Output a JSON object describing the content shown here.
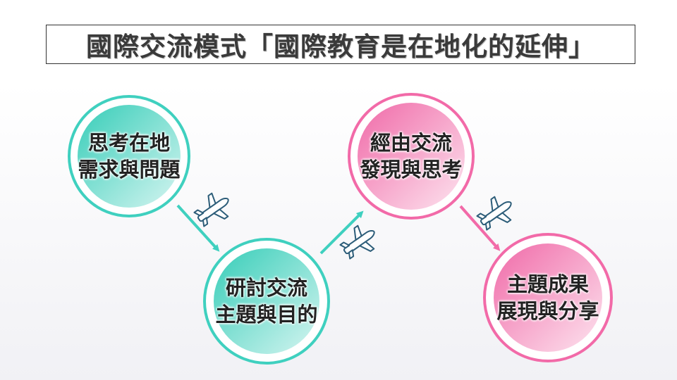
{
  "title": "國際交流模式「國際教育是在地化的延伸」",
  "colors": {
    "teal": "#3fd0bf",
    "teal_light": "#c9f1ec",
    "pink": "#f26aa8",
    "pink_light": "#fbd3e5",
    "arrow_teal": "#3fd0bf",
    "arrow_pink": "#f26aa8",
    "plane": "#2d5d79"
  },
  "nodes": [
    {
      "id": "node-1",
      "line1": "思考在地",
      "line2": "需求與問題",
      "theme": "teal"
    },
    {
      "id": "node-2",
      "line1": "研討交流",
      "line2": "主題與目的",
      "theme": "teal"
    },
    {
      "id": "node-3",
      "line1": "經由交流",
      "line2": "發現與思考",
      "theme": "pink"
    },
    {
      "id": "node-4",
      "line1": "主題成果",
      "line2": "展現與分享",
      "theme": "pink"
    }
  ],
  "icons": [
    "airplane-icon",
    "airplane-icon",
    "airplane-icon"
  ]
}
